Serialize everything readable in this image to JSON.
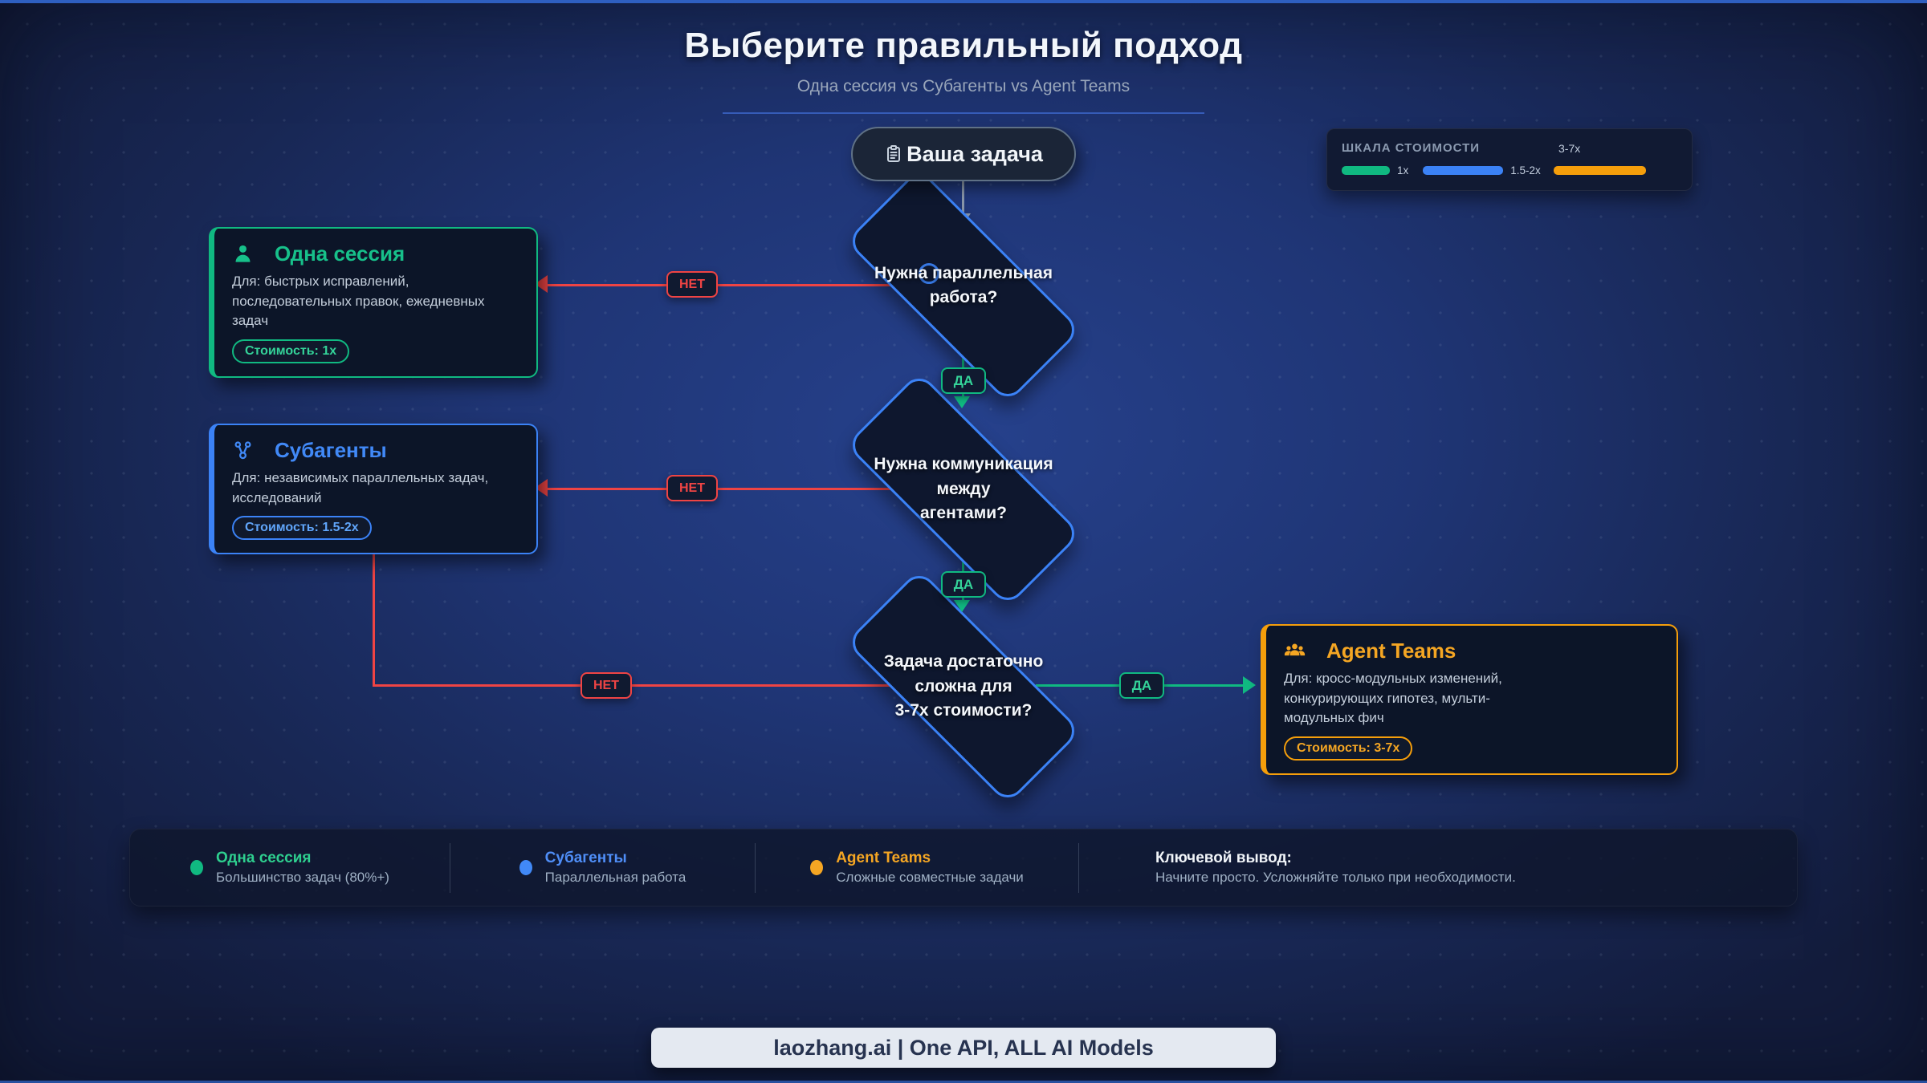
{
  "header": {
    "title": "Выберите правильный подход",
    "subtitle": "Одна сессия vs Субагенты vs Agent Teams"
  },
  "cost_legend": {
    "title": "ШКАЛА СТОИМОСТИ",
    "items": [
      {
        "label": "1x",
        "color": "#10b981"
      },
      {
        "label": "1.5-2x",
        "color": "#3b82f6"
      },
      {
        "label": "3-7x",
        "color": "#f59e0b"
      }
    ]
  },
  "flow": {
    "start_label": "Ваша задача",
    "yes_label": "ДА",
    "no_label": "НЕТ",
    "decisions": [
      {
        "question": "Нужна параллельная\nработа?"
      },
      {
        "question": "Нужна коммуникация\nмежду\nагентами?"
      },
      {
        "question": "Задача достаточно\nсложна для\n3-7x стоимости?"
      }
    ]
  },
  "outcomes": [
    {
      "title": "Одна сессия",
      "description": "Для: быстрых исправлений, последовательных правок, ежедневных задач",
      "cost": "Стоимость: 1x",
      "accent": "#10b981"
    },
    {
      "title": "Субагенты",
      "description": "Для: независимых параллельных задач, исследований",
      "cost": "Стоимость: 1.5-2x",
      "accent": "#3b82f6"
    },
    {
      "title": "Agent Teams",
      "description": "Для: кросс-модульных изменений, конкурирующих гипотез, мульти-модульных фич",
      "cost": "Стоимость: 3-7x",
      "accent": "#f59e0b"
    }
  ],
  "legend_bar": {
    "items": [
      {
        "title": "Одна сессия",
        "subtitle": "Большинство задач (80%+)",
        "color": "#10b981"
      },
      {
        "title": "Субагенты",
        "subtitle": "Параллельная работа",
        "color": "#3b82f6"
      },
      {
        "title": "Agent Teams",
        "subtitle": "Сложные совместные задачи",
        "color": "#f59e0b"
      }
    ],
    "conclusion_title": "Ключевой вывод:",
    "conclusion_text": "Начните просто. Усложняйте только при необходимости."
  },
  "footer": {
    "text": "laozhang.ai | One API, ALL AI Models"
  }
}
